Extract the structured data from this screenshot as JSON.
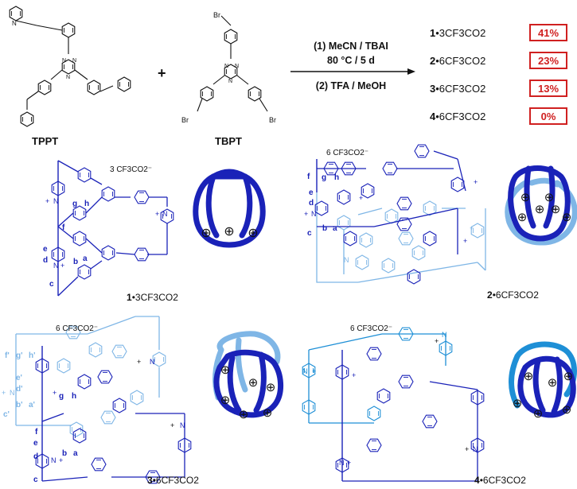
{
  "reaction": {
    "reactant1": "TPPT",
    "reactant2": "TBPT",
    "plus": "+",
    "br_label": "Br",
    "triazine_n": "N",
    "step1_line1": "(1) MeCN / TBAI",
    "step1_line2": "80 °C / 5 d",
    "step2": "(2) TFA / MeOH"
  },
  "products": [
    {
      "num": "1",
      "salt": "•3CF3CO2",
      "yield": "41%"
    },
    {
      "num": "2",
      "salt": "•6CF3CO2",
      "yield": "23%"
    },
    {
      "num": "3",
      "salt": "•6CF3CO2",
      "yield": "13%"
    },
    {
      "num": "4",
      "salt": "•6CF3CO2",
      "yield": "0%"
    }
  ],
  "panels": [
    {
      "counterion": "3 CF3CO2⁻",
      "caption_num": "1",
      "caption_salt": "•3CF3CO2",
      "labels": [
        "f",
        "g",
        "h",
        "e",
        "d",
        "b",
        "a",
        "c"
      ]
    },
    {
      "counterion": "6 CF3CO2⁻",
      "caption_num": "2",
      "caption_salt": "•6CF3CO2",
      "labels": [
        "f",
        "g",
        "h",
        "e",
        "d",
        "b",
        "a",
        "c"
      ]
    },
    {
      "counterion": "6 CF3CO2⁻",
      "caption_num": "3",
      "caption_salt": "•6CF3CO2",
      "labels": [
        "f'",
        "g'",
        "h'",
        "e'",
        "d'",
        "b'",
        "a'",
        "c'",
        "f",
        "g",
        "h",
        "e",
        "d",
        "b",
        "a",
        "c"
      ]
    },
    {
      "counterion": "6 CF3CO2⁻",
      "caption_num": "4",
      "caption_salt": "•6CF3CO2",
      "labels": []
    }
  ],
  "symbols": {
    "n_plus": "N",
    "plus": "+",
    "oplus": "⊕"
  },
  "colors": {
    "dark": "#1a22b8",
    "light": "#7fb6e6",
    "medium": "#1e8fd6",
    "red": "#d02020",
    "black": "#111111"
  }
}
